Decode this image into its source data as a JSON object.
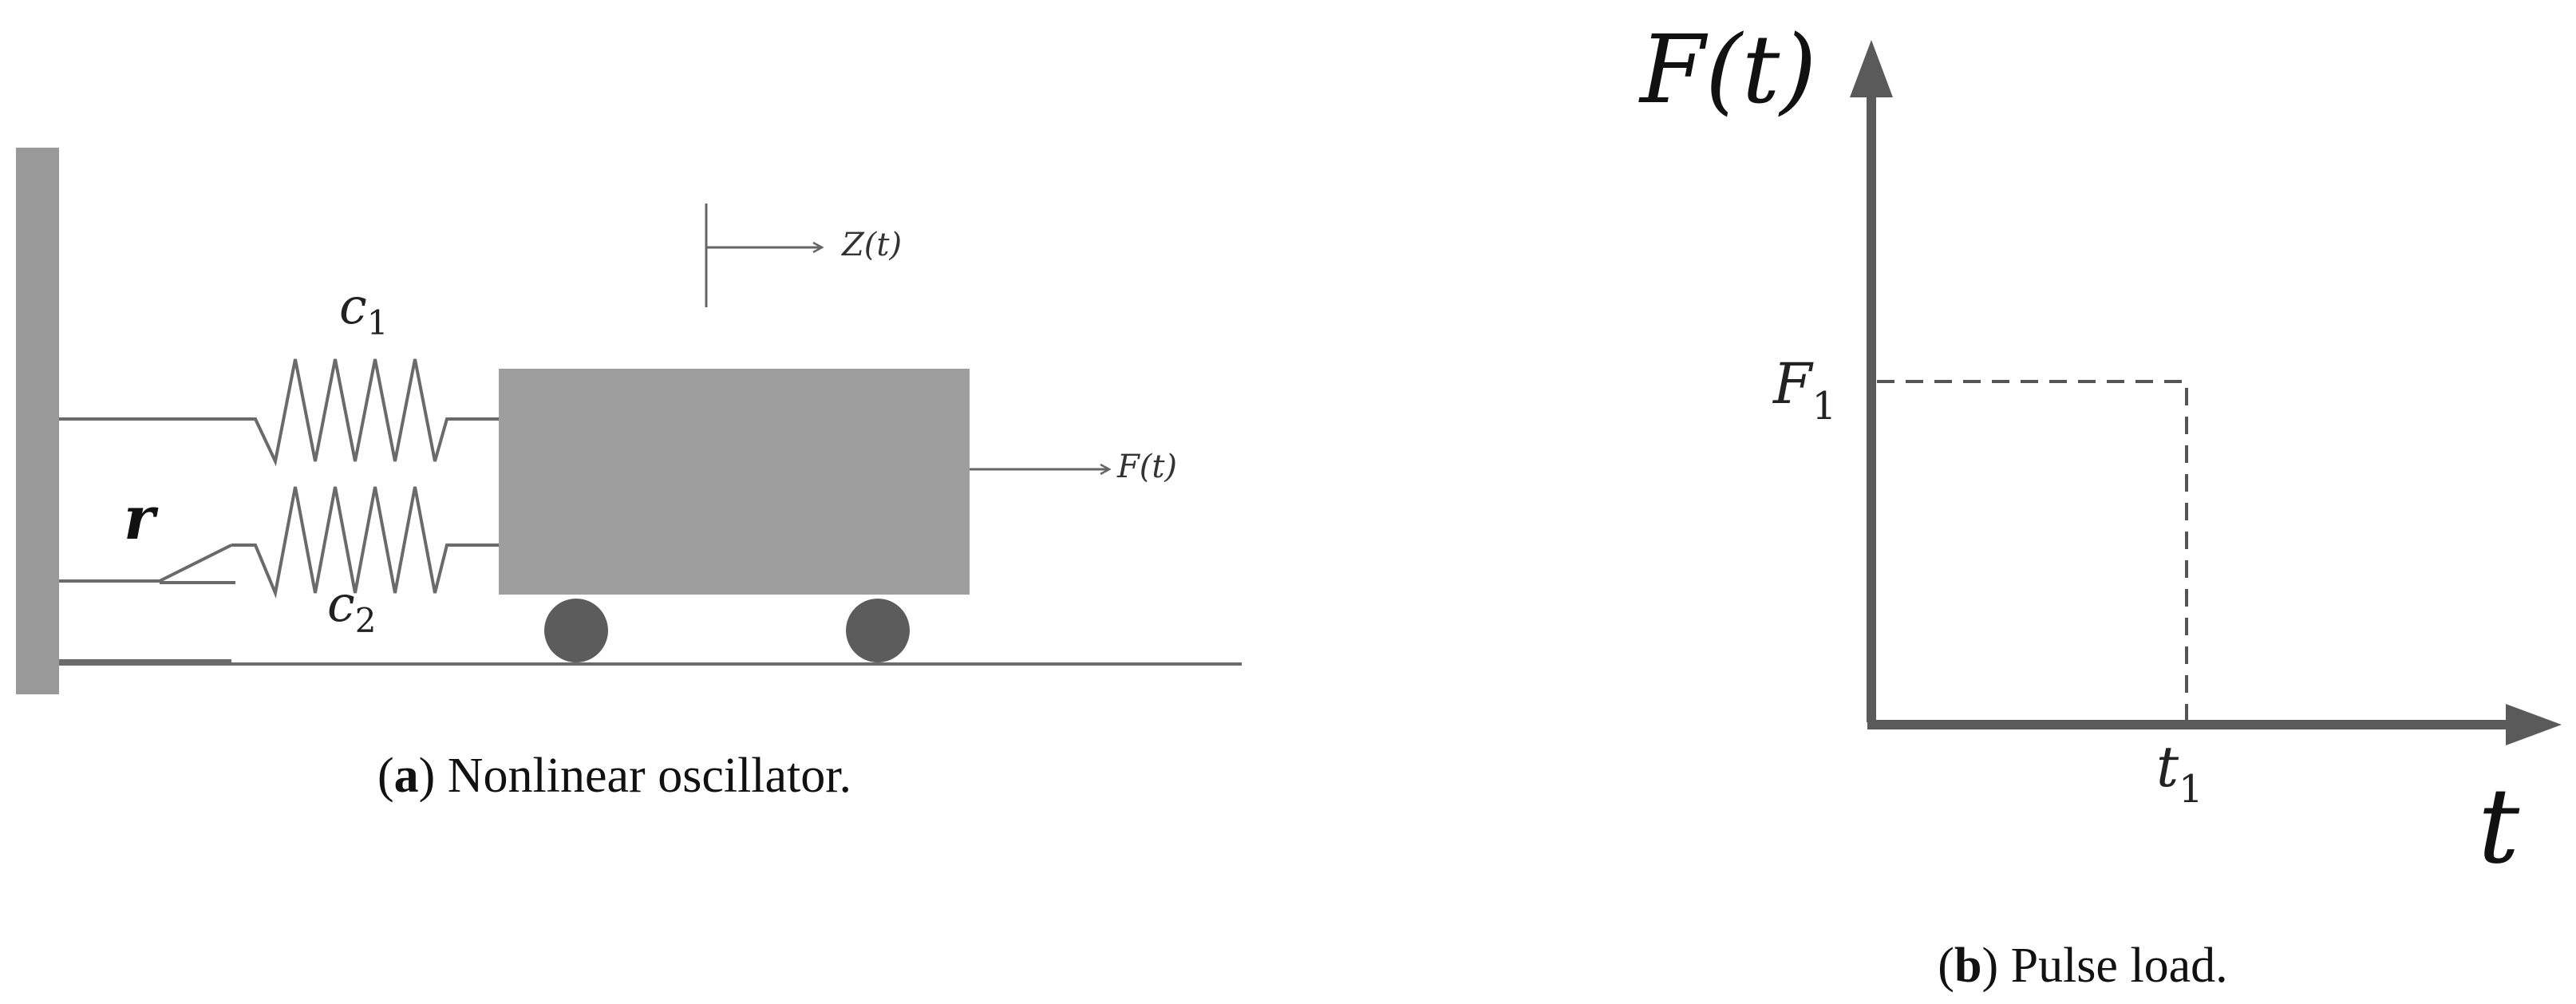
{
  "panel_a": {
    "caption": {
      "letter": "a",
      "text": ") Nonlinear oscillator.",
      "open": "("
    },
    "labels": {
      "c1": {
        "base": "c",
        "sub": "1"
      },
      "c2": {
        "base": "c",
        "sub": "2"
      },
      "r": "r",
      "z": "Z(t)",
      "f": "F(t)"
    },
    "colors": {
      "wall": "#999999",
      "mass": "#9e9e9e",
      "wheel": "#5c5c5c",
      "line": "#6a6a6a"
    }
  },
  "panel_b": {
    "caption": {
      "letter": "b",
      "text": ") Pulse load.",
      "open": "("
    },
    "labels": {
      "y_axis": "F(t)",
      "x_axis": "t",
      "level": {
        "base": "F",
        "sub": "1"
      },
      "time": {
        "base": "t",
        "sub": "1"
      }
    },
    "colors": {
      "axis": "#5a5a5a",
      "dashed": "#555555"
    }
  }
}
